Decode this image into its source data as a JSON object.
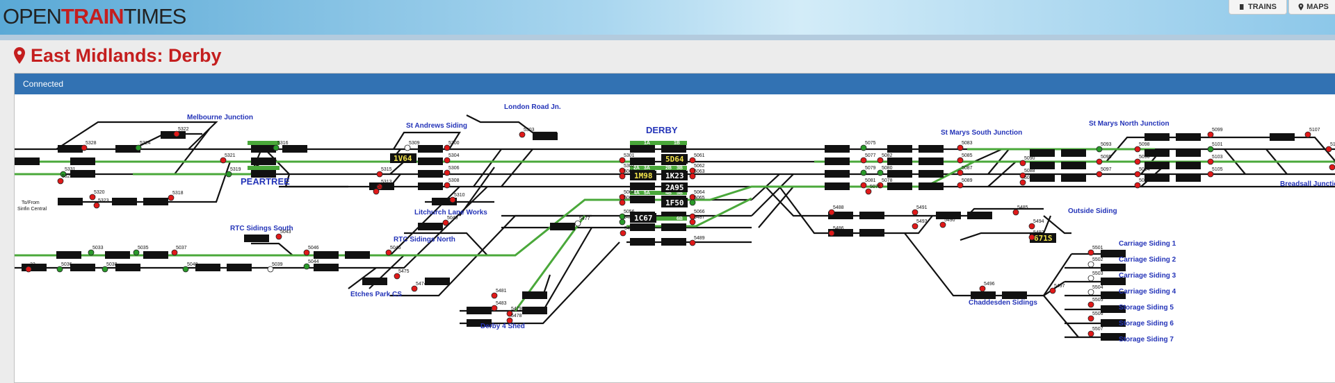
{
  "header": {
    "logo_left": "OPEN",
    "logo_mid": "TRAIN",
    "logo_right": "TIMES",
    "nav": [
      {
        "label": "TRAINS",
        "icon": "book-icon"
      },
      {
        "label": "MAPS",
        "icon": "map-marker-icon"
      }
    ]
  },
  "page": {
    "title": "East Midlands: Derby",
    "title_icon": "map-marker-icon",
    "status": "Connected"
  },
  "colors": {
    "signal_red": "#e01919",
    "signal_green": "#2a9a2a",
    "track": "#111111",
    "track_set": "#4aa83a",
    "label_blue": "#2434b8",
    "accent_red": "#c41e1e",
    "panel_header": "#3272b3"
  },
  "diagram": {
    "locations": {
      "melbourne_junction": "Melbourne Junction",
      "london_road_jn": "London Road Jn.",
      "st_andrews_siding": "St Andrews Siding",
      "derby": "DERBY",
      "st_marys_south_junction": "St Marys South Junction",
      "st_marys_north_junction": "St Marys North Junction",
      "peartree": "PEARTREE",
      "to_from": "To/From",
      "sinfin_central": "Sinfin Central",
      "litchurch_lane_works": "Litchurch Lane Works",
      "rtc_sidings_south": "RTC Sidings South",
      "rtc_sidings_north": "RTC Sidings North",
      "etches_park_cs": "Etches Park CS",
      "derby_4_shed": "Derby 4 Shed",
      "chaddesden_sidings": "Chaddesden Sidings",
      "outside_siding": "Outside Siding",
      "breadsall_junction": "Breadsall Junction",
      "carriage_siding_1": "Carriage Siding 1",
      "carriage_siding_2": "Carriage Siding 2",
      "carriage_siding_3": "Carriage Siding 3",
      "carriage_siding_4": "Carriage Siding 4",
      "storage_siding_5": "Storage Siding 5",
      "storage_siding_6": "Storage Siding 6",
      "storage_siding_7": "Storage Siding 7"
    },
    "headcodes": {
      "hc_1v64": "1V64",
      "hc_5d64": "5D64",
      "hc_1m98": "1M98",
      "hc_1k23": "1K23",
      "hc_2a95": "2A95",
      "hc_1f50": "1F50",
      "hc_1c67": "1C67",
      "hc_671s": "671S"
    },
    "platforms": {
      "p1a": "1A",
      "p1b": "1B",
      "p2a": "2A",
      "p3a": "3A",
      "p2b": "2B",
      "p3b": "3B",
      "p4a": "4A",
      "p5a": "5A",
      "p4b": "4B",
      "p5b": "5B",
      "p6a": "6A",
      "p6b": "6B"
    },
    "signals": {
      "s5328": "5328",
      "s5322": "5322",
      "s5324": "5324",
      "s5321": "5321",
      "s5316": "5316",
      "s5319": "5319",
      "s5331": "5331",
      "s5329": "5329",
      "s5320": "5320",
      "s5323": "5323",
      "s5318": "5318",
      "s5309": "5309",
      "s5300": "5300",
      "s5303": "5303",
      "s5304": "5304",
      "s5315": "5315",
      "s5306": "5306",
      "s5313": "5313",
      "s5308": "5308",
      "s5311": "5311",
      "s5310": "5310",
      "s5301": "5301",
      "s5061": "5061",
      "s5302": "5302",
      "s5063a": "5063",
      "s5062": "5062",
      "s5063": "5063",
      "s5064": "5064",
      "s5065a": "5065",
      "s5064b": "5064",
      "s5065": "5065",
      "s5066": "5066",
      "s5487": "5487",
      "s5056": "5056",
      "s5484": "5484",
      "s5480": "5480",
      "s5489": "5489",
      "s5477": "5477",
      "s5049": "5049",
      "s5043": "5043",
      "s5045": "5045",
      "s5046": "5046",
      "s5044": "5044",
      "s5033": "5033",
      "s5035": "5035",
      "s5037": "5037",
      "s5032": "32",
      "s5036": "5036",
      "s5038": "5038",
      "s5040": "5040",
      "s5039": "5039",
      "s5475": "5475",
      "s5474": "5474",
      "s5481": "5481",
      "s5483": "5483",
      "s5479": "5479",
      "s5478": "5478",
      "s5075": "5075",
      "s5083": "5083",
      "s5077": "5077",
      "s5082": "5082",
      "s5085": "5085",
      "s5079": "5079",
      "s5080": "5080",
      "s5087": "5087",
      "s5081": "5081",
      "s5078": "5078",
      "s5089": "5089",
      "s5076": "5076",
      "s5093": "5093",
      "s5090": "5090",
      "s5095": "5095",
      "s5088": "5088",
      "s5097": "5097",
      "s5084": "5084",
      "s5099": "5099",
      "s5098": "5098",
      "s5101": "5101",
      "s5096": "5096",
      "s5103": "5103",
      "s5094": "5094",
      "s5105": "5105",
      "s5092": "5092",
      "s5107": "5107",
      "s5102": "5102",
      "s5104": "5104",
      "s5488": "5488",
      "s5491": "5491",
      "s5486": "5486",
      "s5493": "5493",
      "s5490": "5490",
      "s5485": "5485",
      "s5494": "5494",
      "s5492": "5492",
      "s5496": "5496",
      "s5497": "5497",
      "s5501": "5501",
      "s5502": "5502",
      "s5503": "5503",
      "s5504": "5504",
      "s5505": "5505",
      "s5506": "5506",
      "s5507": "5507"
    }
  }
}
